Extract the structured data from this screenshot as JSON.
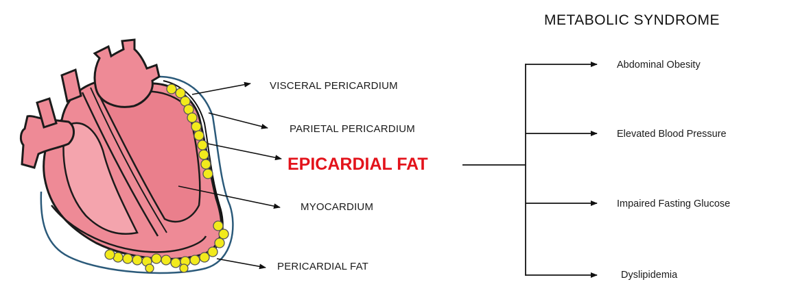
{
  "diagram": {
    "heart_labels": {
      "visceral": "VISCERAL PERICARDIUM",
      "parietal": "PARIETAL PERICARDIUM",
      "epicardial_fat": "EPICARDIAL FAT",
      "myocardium": "MYOCARDIUM",
      "pericardial_fat": "PERICARDIAL FAT"
    },
    "metabolic_syndrome": {
      "title": "METABOLIC SYNDROME",
      "items": [
        "Abdominal Obesity",
        "Elevated Blood Pressure",
        "Impaired Fasting Glucose",
        "Dyslipidemia"
      ]
    },
    "colors": {
      "emphasis": "#e3131b",
      "heart_fill": "#ee8a96",
      "heart_shade": "#d95a6b",
      "fat": "#f2ea1c",
      "pericardium_outline": "#2b5a7a",
      "arrow": "#111111"
    }
  }
}
